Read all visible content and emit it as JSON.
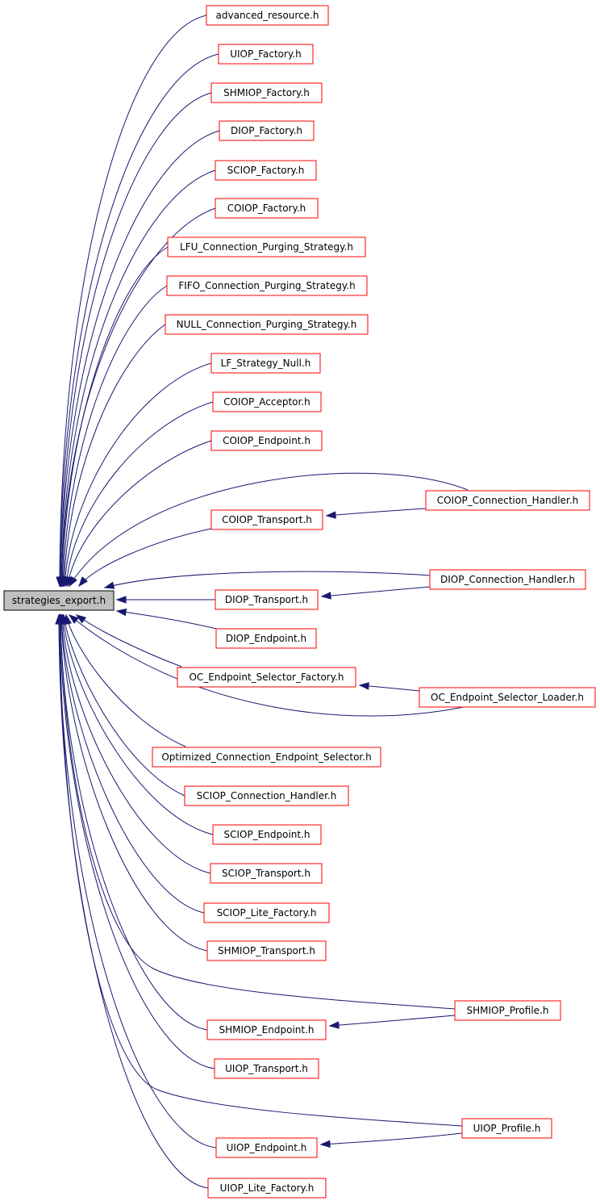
{
  "root": "strategies_export.h",
  "colors": {
    "edge": "#191970",
    "node_border": "#ff0000",
    "root_fill": "#bfbfbf"
  },
  "nodes": [
    {
      "id": "advanced_resource",
      "label": "advanced_resource.h"
    },
    {
      "id": "uiop_factory",
      "label": "UIOP_Factory.h"
    },
    {
      "id": "shmiop_factory",
      "label": "SHMIOP_Factory.h"
    },
    {
      "id": "diop_factory",
      "label": "DIOP_Factory.h"
    },
    {
      "id": "sciop_factory",
      "label": "SCIOP_Factory.h"
    },
    {
      "id": "coiop_factory",
      "label": "COIOP_Factory.h"
    },
    {
      "id": "lfu",
      "label": "LFU_Connection_Purging_Strategy.h"
    },
    {
      "id": "fifo",
      "label": "FIFO_Connection_Purging_Strategy.h"
    },
    {
      "id": "null_cps",
      "label": "NULL_Connection_Purging_Strategy.h"
    },
    {
      "id": "lf_null",
      "label": "LF_Strategy_Null.h"
    },
    {
      "id": "coiop_acceptor",
      "label": "COIOP_Acceptor.h"
    },
    {
      "id": "coiop_endpoint",
      "label": "COIOP_Endpoint.h"
    },
    {
      "id": "coiop_conn_handler",
      "label": "COIOP_Connection_Handler.h"
    },
    {
      "id": "coiop_transport",
      "label": "COIOP_Transport.h"
    },
    {
      "id": "diop_conn_handler",
      "label": "DIOP_Connection_Handler.h"
    },
    {
      "id": "diop_transport",
      "label": "DIOP_Transport.h"
    },
    {
      "id": "diop_endpoint",
      "label": "DIOP_Endpoint.h"
    },
    {
      "id": "oc_factory",
      "label": "OC_Endpoint_Selector_Factory.h"
    },
    {
      "id": "oc_loader",
      "label": "OC_Endpoint_Selector_Loader.h"
    },
    {
      "id": "optimized",
      "label": "Optimized_Connection_Endpoint_Selector.h"
    },
    {
      "id": "sciop_conn_handler",
      "label": "SCIOP_Connection_Handler.h"
    },
    {
      "id": "sciop_endpoint",
      "label": "SCIOP_Endpoint.h"
    },
    {
      "id": "sciop_transport",
      "label": "SCIOP_Transport.h"
    },
    {
      "id": "sciop_lite",
      "label": "SCIOP_Lite_Factory.h"
    },
    {
      "id": "shmiop_transport",
      "label": "SHMIOP_Transport.h"
    },
    {
      "id": "shmiop_profile",
      "label": "SHMIOP_Profile.h"
    },
    {
      "id": "shmiop_endpoint",
      "label": "SHMIOP_Endpoint.h"
    },
    {
      "id": "uiop_transport",
      "label": "UIOP_Transport.h"
    },
    {
      "id": "uiop_profile",
      "label": "UIOP_Profile.h"
    },
    {
      "id": "uiop_endpoint",
      "label": "UIOP_Endpoint.h"
    },
    {
      "id": "uiop_lite",
      "label": "UIOP_Lite_Factory.h"
    }
  ],
  "edges": [
    {
      "from": "advanced_resource",
      "to": "root"
    },
    {
      "from": "uiop_factory",
      "to": "root"
    },
    {
      "from": "shmiop_factory",
      "to": "root"
    },
    {
      "from": "diop_factory",
      "to": "root"
    },
    {
      "from": "sciop_factory",
      "to": "root"
    },
    {
      "from": "coiop_factory",
      "to": "root"
    },
    {
      "from": "lfu",
      "to": "root"
    },
    {
      "from": "fifo",
      "to": "root"
    },
    {
      "from": "null_cps",
      "to": "root"
    },
    {
      "from": "lf_null",
      "to": "root"
    },
    {
      "from": "coiop_acceptor",
      "to": "root"
    },
    {
      "from": "coiop_endpoint",
      "to": "root"
    },
    {
      "from": "coiop_conn_handler",
      "to": "root"
    },
    {
      "from": "coiop_conn_handler",
      "to": "coiop_transport"
    },
    {
      "from": "coiop_transport",
      "to": "root"
    },
    {
      "from": "diop_conn_handler",
      "to": "root"
    },
    {
      "from": "diop_conn_handler",
      "to": "diop_transport"
    },
    {
      "from": "diop_transport",
      "to": "root"
    },
    {
      "from": "diop_endpoint",
      "to": "root"
    },
    {
      "from": "oc_factory",
      "to": "root"
    },
    {
      "from": "oc_loader",
      "to": "oc_factory"
    },
    {
      "from": "oc_loader",
      "to": "root"
    },
    {
      "from": "optimized",
      "to": "root"
    },
    {
      "from": "sciop_conn_handler",
      "to": "root"
    },
    {
      "from": "sciop_endpoint",
      "to": "root"
    },
    {
      "from": "sciop_transport",
      "to": "root"
    },
    {
      "from": "sciop_lite",
      "to": "root"
    },
    {
      "from": "shmiop_transport",
      "to": "root"
    },
    {
      "from": "shmiop_profile",
      "to": "root"
    },
    {
      "from": "shmiop_profile",
      "to": "shmiop_endpoint"
    },
    {
      "from": "shmiop_endpoint",
      "to": "root"
    },
    {
      "from": "uiop_transport",
      "to": "root"
    },
    {
      "from": "uiop_profile",
      "to": "root"
    },
    {
      "from": "uiop_profile",
      "to": "uiop_endpoint"
    },
    {
      "from": "uiop_endpoint",
      "to": "root"
    },
    {
      "from": "uiop_lite",
      "to": "root"
    }
  ]
}
